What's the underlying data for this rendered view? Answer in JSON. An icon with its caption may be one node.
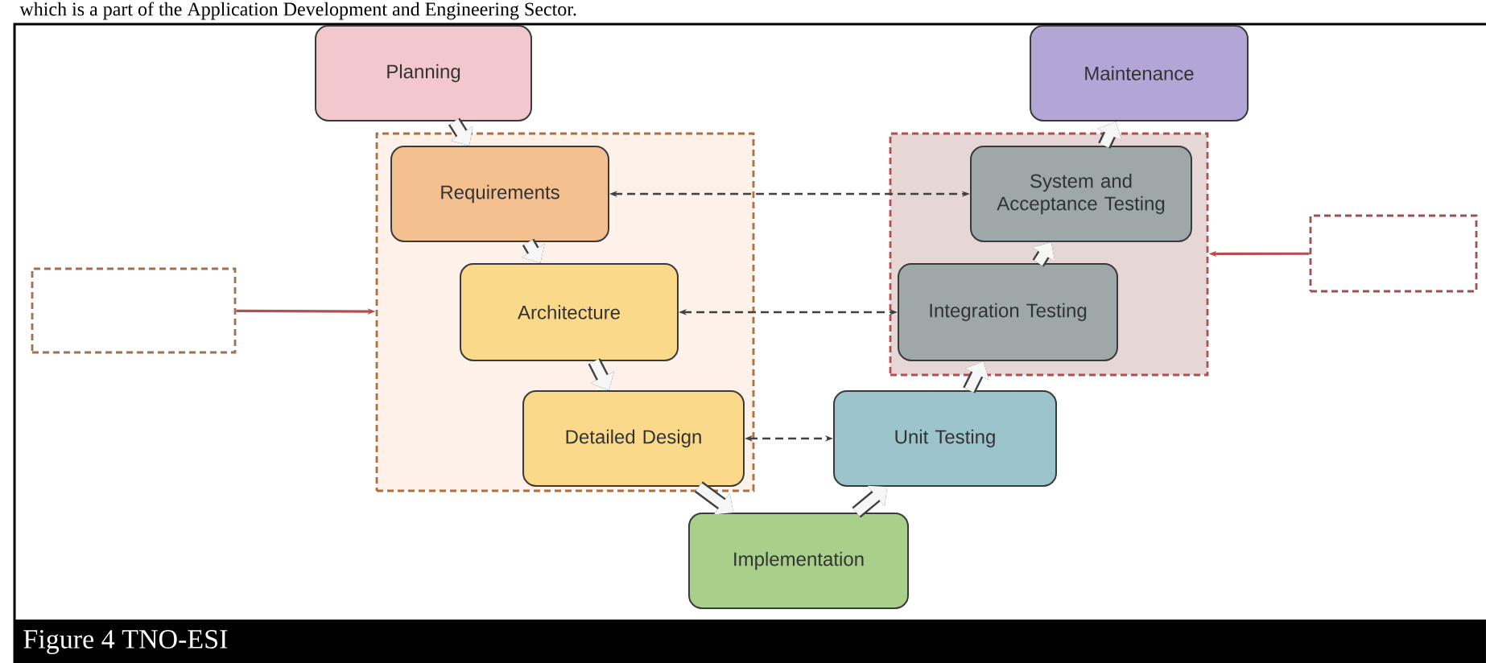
{
  "diagram": {
    "caption": "Figure 4 TNO-ESI",
    "nodes": [
      {
        "text": [
          "Planning"
        ]
      },
      {
        "text": [
          "Maintenance"
        ]
      },
      {
        "text": [],
        "shape": "box"
      },
      {
        "text": [
          "Requirements"
        ],
        "in": 2
      },
      {
        "text": [
          "Architecture"
        ],
        "in": 2
      },
      {
        "text": [
          "Detailed Design"
        ],
        "in": 2
      },
      {
        "text": [],
        "shape": "box"
      },
      {
        "text": [
          "System and Acceptance Testing"
        ],
        "in": 6
      },
      {
        "text": [
          "Integration Testing"
        ],
        "in": 6
      },
      {
        "text": [
          "Unit Testing"
        ]
      },
      {
        "text": [
          "Implementation"
        ]
      },
      {
        "text": [],
        "shape": "box"
      },
      {
        "text": [],
        "shape": "box"
      }
    ],
    "edges": [
      {
        "from": 0,
        "to": 3,
        "arrow": "to"
      },
      {
        "from": 3,
        "to": 4,
        "arrow": "to"
      },
      {
        "from": 4,
        "to": 5,
        "arrow": "to"
      },
      {
        "from": 5,
        "to": 10,
        "arrow": "to"
      },
      {
        "from": 10,
        "to": 9,
        "arrow": "to"
      },
      {
        "from": 9,
        "to": 8,
        "arrow": "to"
      },
      {
        "from": 8,
        "to": 7,
        "arrow": "to"
      },
      {
        "from": 7,
        "to": 1,
        "arrow": "to"
      },
      {
        "from": 3,
        "to": 7,
        "arrow": "both",
        "style": "dashed"
      },
      {
        "from": 4,
        "to": 8,
        "arrow": "both",
        "style": "dashed"
      },
      {
        "from": 5,
        "to": 9,
        "arrow": "both",
        "style": "dashed"
      },
      {
        "from": 11,
        "to": 2,
        "arrow": "to",
        "color": "#b05050"
      },
      {
        "from": 12,
        "to": 6,
        "arrow": "to",
        "color": "#b05050"
      }
    ],
    "labels": [
      "which is a part of the Application Development and Engineering Sector."
    ]
  }
}
